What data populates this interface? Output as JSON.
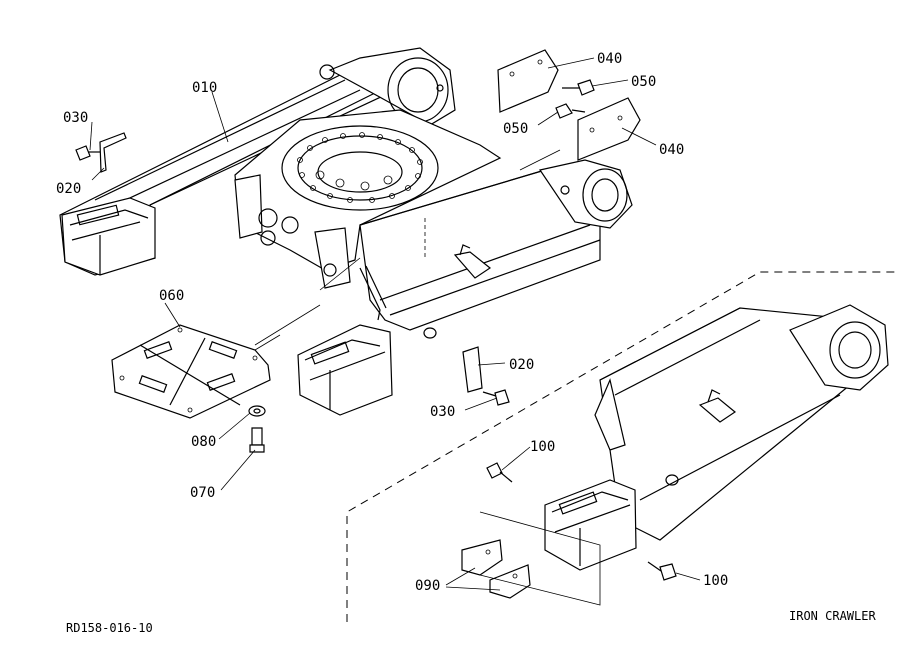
{
  "diagram": {
    "doc_code": "RD158-016-10",
    "caption": "IRON CRAWLER",
    "callouts": {
      "p010": "010",
      "p020a": "020",
      "p020b": "020",
      "p030a": "030",
      "p030b": "030",
      "p040a": "040",
      "p040b": "040",
      "p050a": "050",
      "p050b": "050",
      "p060": "060",
      "p070": "070",
      "p080": "080",
      "p090": "090",
      "p100a": "100",
      "p100b": "100"
    }
  }
}
